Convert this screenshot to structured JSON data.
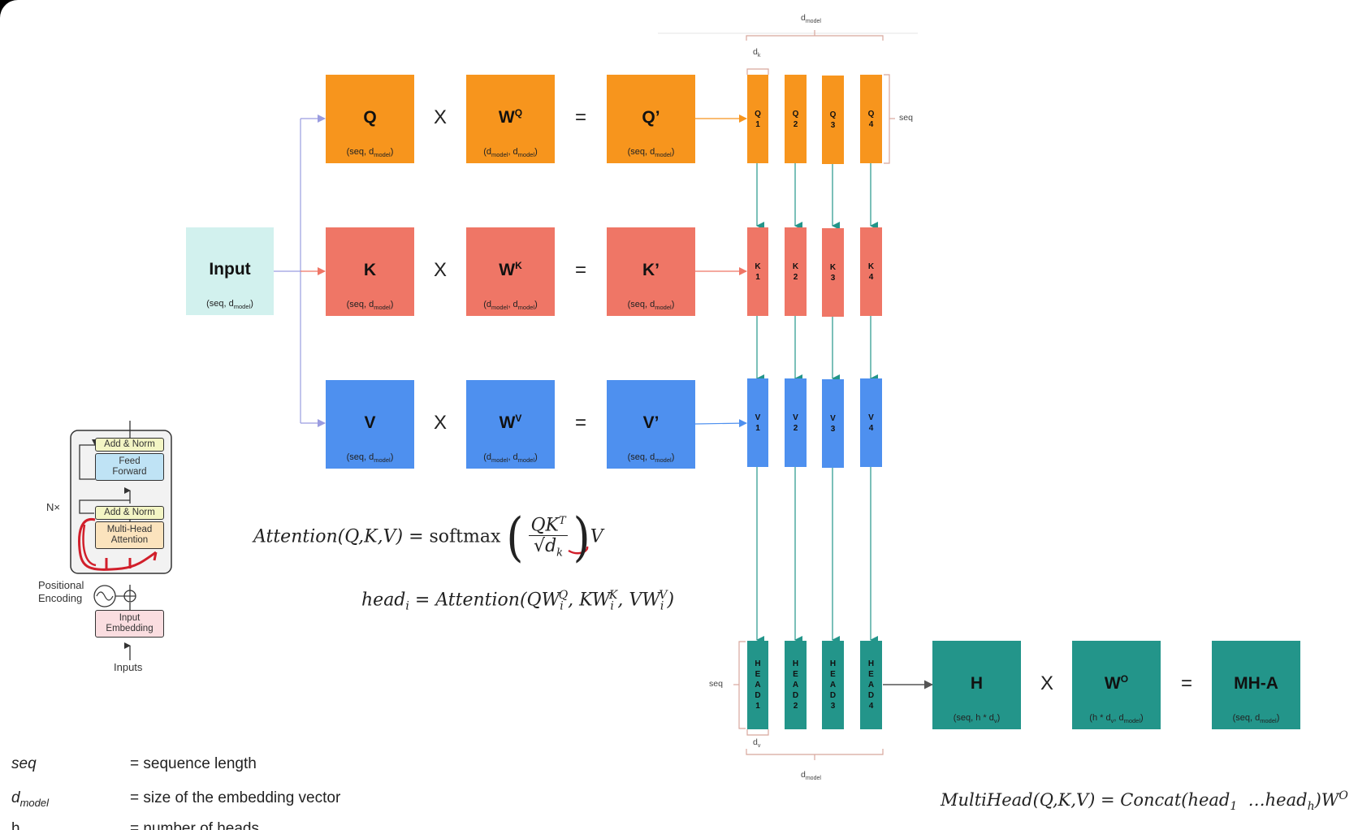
{
  "colors": {
    "orange": "#f7951d",
    "red": "#ef7666",
    "blue": "#4e90ef",
    "teal": "#23958a",
    "input": "#d2f1ee"
  },
  "input": {
    "label": "Input",
    "dims": "(seq, d",
    "dims_sub": "model",
    "dims_end": ")"
  },
  "rows": [
    {
      "src": "Q",
      "w": "W",
      "w_sup": "Q",
      "out": "Q’",
      "strip_letter": "Q"
    },
    {
      "src": "K",
      "w": "W",
      "w_sup": "K",
      "out": "K’",
      "strip_letter": "K"
    },
    {
      "src": "V",
      "w": "W",
      "w_sup": "V",
      "out": "V’",
      "strip_letter": "V"
    }
  ],
  "dims": {
    "seq_dmodel": "(seq, d",
    "dm_dm": "(d",
    "sub_model": "model",
    "sub_model_comma": "model",
    "close": ")",
    "comma_d": ", d"
  },
  "operators": {
    "times": "X",
    "equals": "="
  },
  "head_numbers": [
    "1",
    "2",
    "3",
    "4"
  ],
  "head_word": [
    "H",
    "E",
    "A",
    "D"
  ],
  "annotations": {
    "d_model_top": "d",
    "d_model_sub": "model",
    "d_k": "d",
    "d_k_sub": "k",
    "seq": "seq",
    "d_v": "d",
    "d_v_sub": "v"
  },
  "output": {
    "h_label": "H",
    "h_dims": "(seq, h * d",
    "h_dims_sub": "v",
    "h_dims_end": ")",
    "wo_label": "W",
    "wo_sup": "O",
    "wo_dims": "(h * d",
    "wo_dims_sub1": "v",
    "wo_dims_mid": ", d",
    "wo_dims_sub2": "model",
    "wo_dims_end": ")",
    "mha_label": "MH-A",
    "mha_dims": "(seq, d",
    "mha_dims_sub": "model",
    "mha_dims_end": ")"
  },
  "legend": [
    {
      "key": "seq",
      "key_sub": "",
      "value": "= sequence length"
    },
    {
      "key": "d",
      "key_sub": "model",
      "value": "= size of the embedding vector"
    },
    {
      "key": "h",
      "key_sub": "",
      "value": "= number of heads"
    }
  ],
  "transformer": {
    "add_norm_1": "Add & Norm",
    "feed_forward_1": "Feed",
    "feed_forward_2": "Forward",
    "add_norm_2": "Add & Norm",
    "mha_1": "Multi-Head",
    "mha_2": "Attention",
    "nx": "N×",
    "pos_1": "Positional",
    "pos_2": "Encoding",
    "emb_1": "Input",
    "emb_2": "Embedding",
    "inputs": "Inputs"
  }
}
